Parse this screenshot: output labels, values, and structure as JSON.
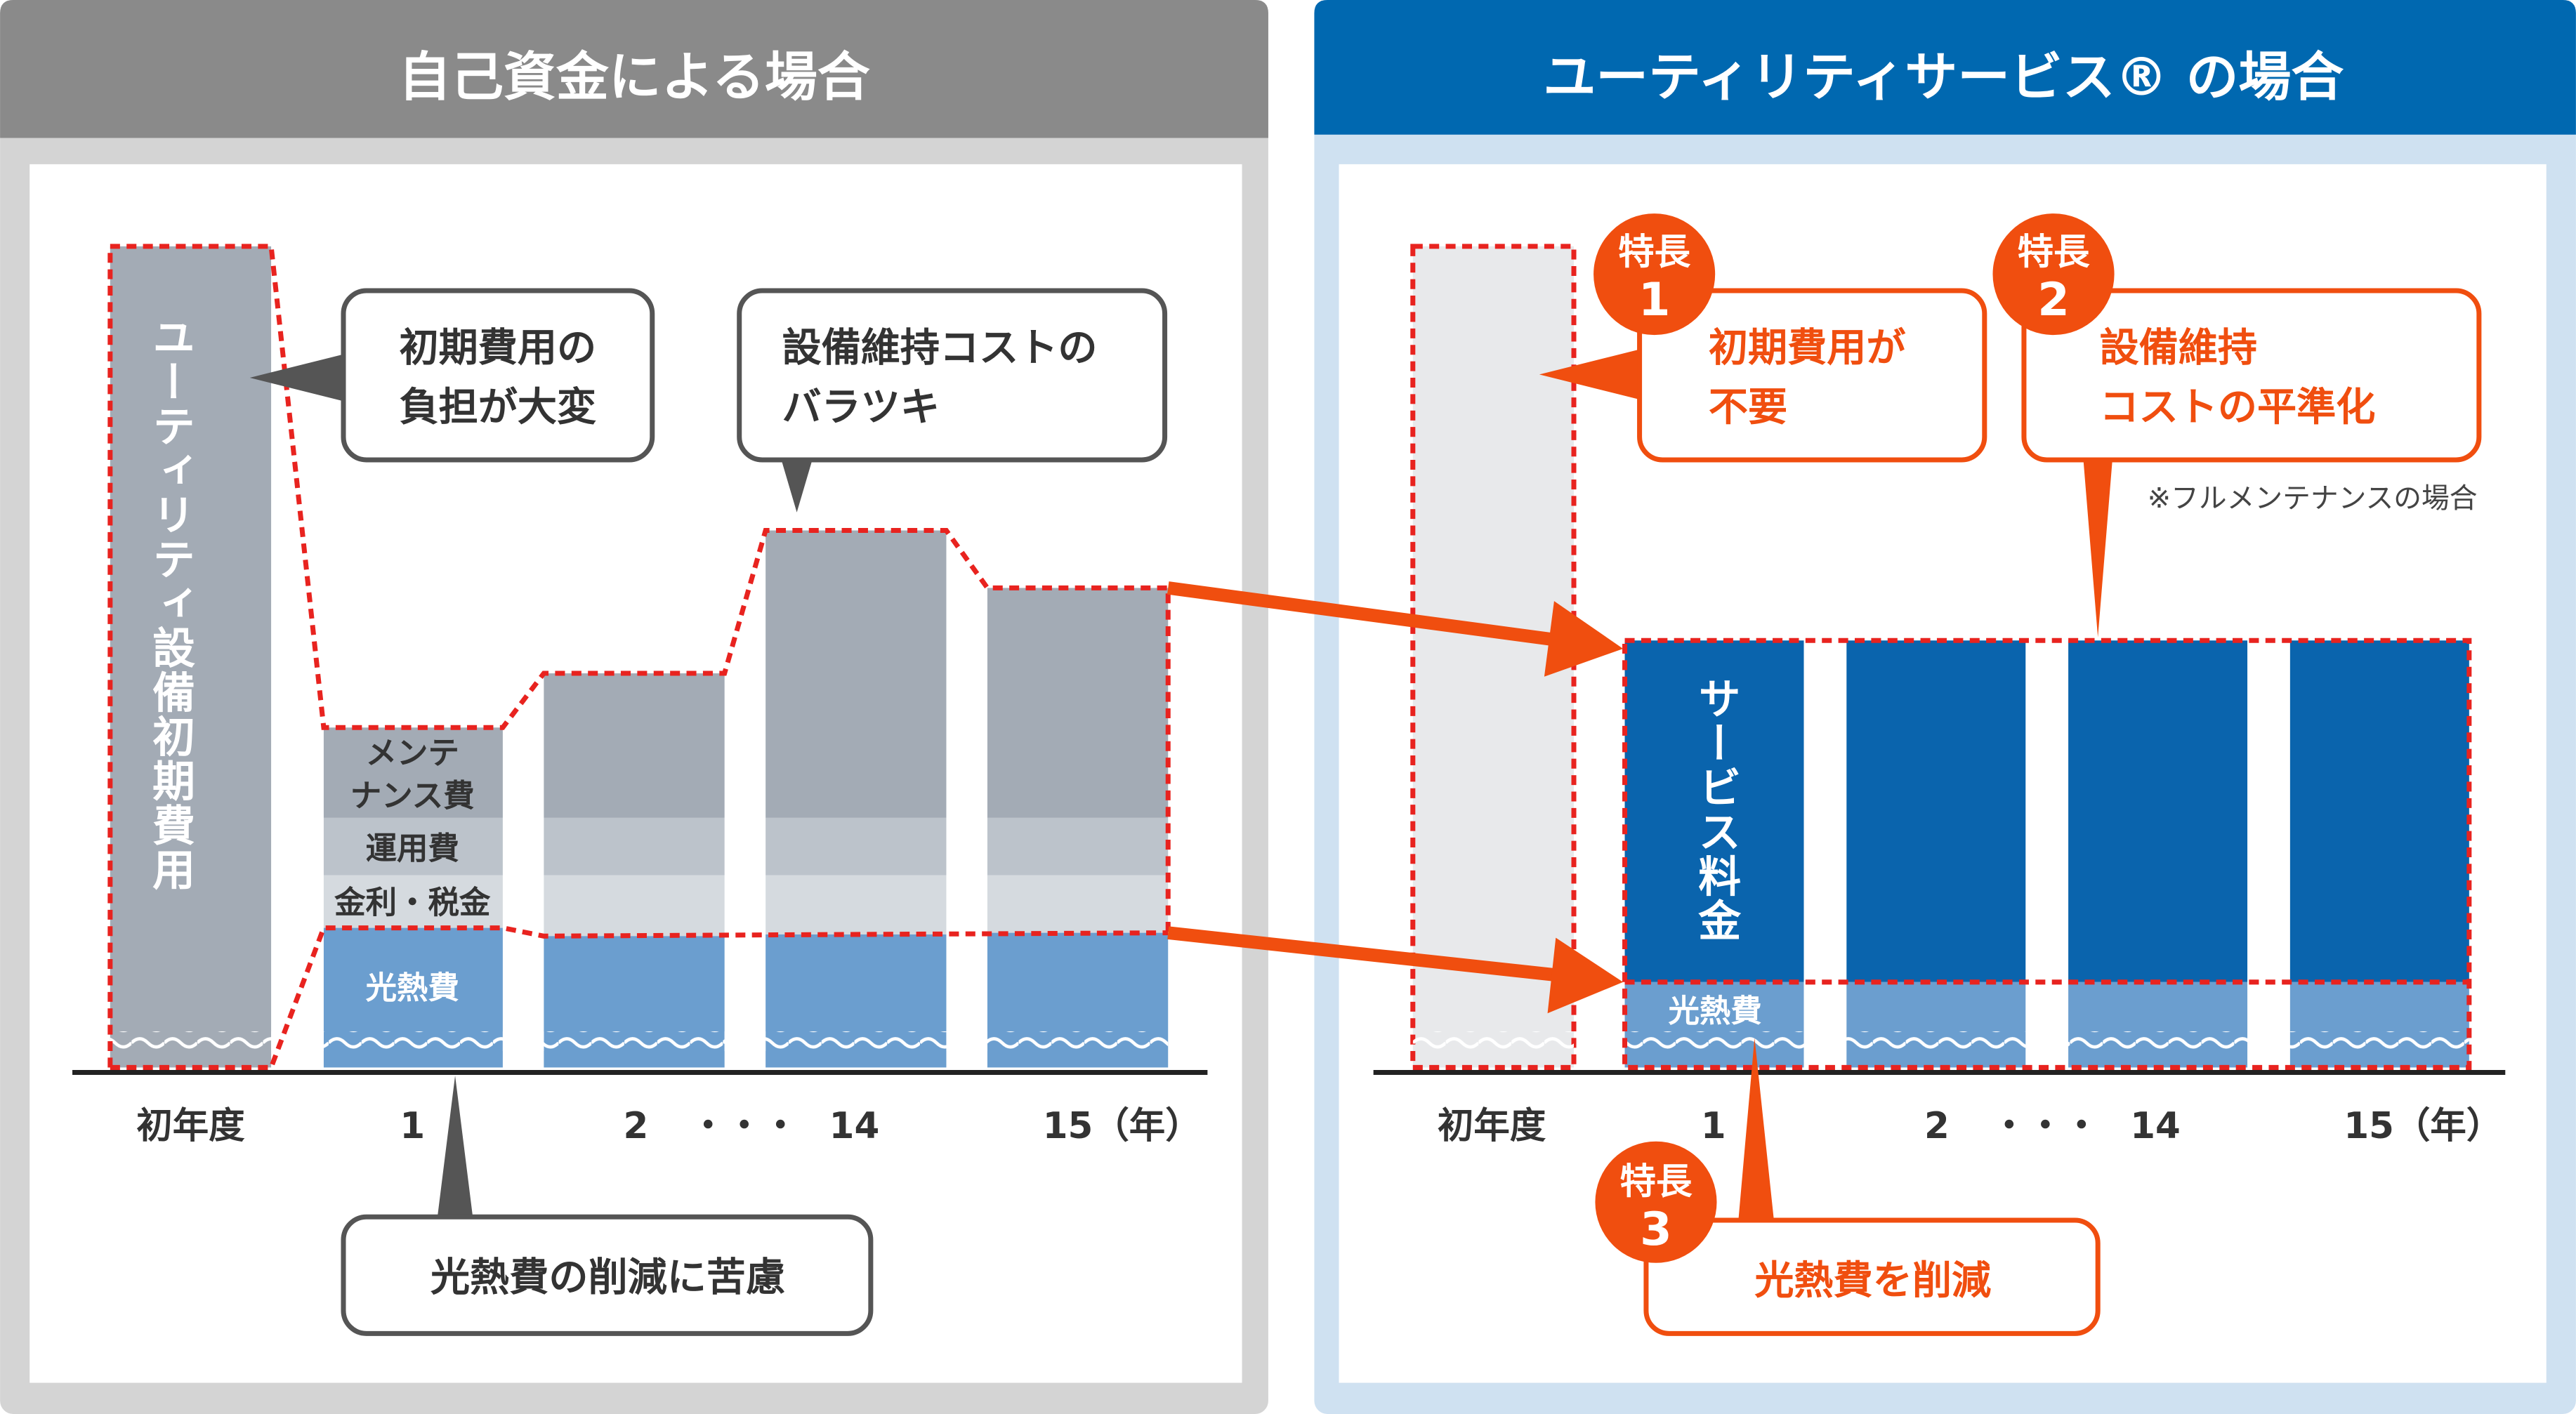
{
  "colors": {
    "gray_header": "#8a8a8a",
    "blue_header": "#0068b0",
    "accent_red": "#e8231f",
    "accent_orange": "#f04e0f",
    "service_blue": "#0a64ad",
    "light_heat_blue": "#6b9ecf",
    "bar_gray": "#a3abb5"
  },
  "left": {
    "title": "自己資金による場合",
    "initial_bar_label": "ユーティリティ設備初期費用",
    "segments": {
      "maintenance_1": "メンテ",
      "maintenance_2": "ナンス費",
      "operation": "運用費",
      "interest": "金利・税金",
      "light_heat": "光熱費"
    },
    "callouts": {
      "initial_1": "初期費用の",
      "initial_2": "負担が大変",
      "maint_1": "設備維持コストの",
      "maint_2": "バラツキ",
      "energy": "光熱費の削減に苦慮"
    },
    "x_labels": {
      "initial": "初年度",
      "y1": "1",
      "y2": "2",
      "dots": "・・・",
      "y14": "14",
      "y15": "15（年）"
    }
  },
  "right": {
    "title": "ユーティリティサービス® の場合",
    "service_label": "サービス料金",
    "light_heat": "光熱費",
    "features": [
      {
        "badge_1": "特長",
        "badge_2": "1",
        "text_1": "初期費用が",
        "text_2": "不要"
      },
      {
        "badge_1": "特長",
        "badge_2": "2",
        "text_1": "設備維持",
        "text_2": "コストの平準化"
      },
      {
        "badge_1": "特長",
        "badge_2": "3",
        "text_1": "光熱費を削減"
      }
    ],
    "note": "※フルメンテナンスの場合",
    "x_labels": {
      "initial": "初年度",
      "y1": "1",
      "y2": "2",
      "dots": "・・・",
      "y14": "14",
      "y15": "15（年）"
    }
  }
}
